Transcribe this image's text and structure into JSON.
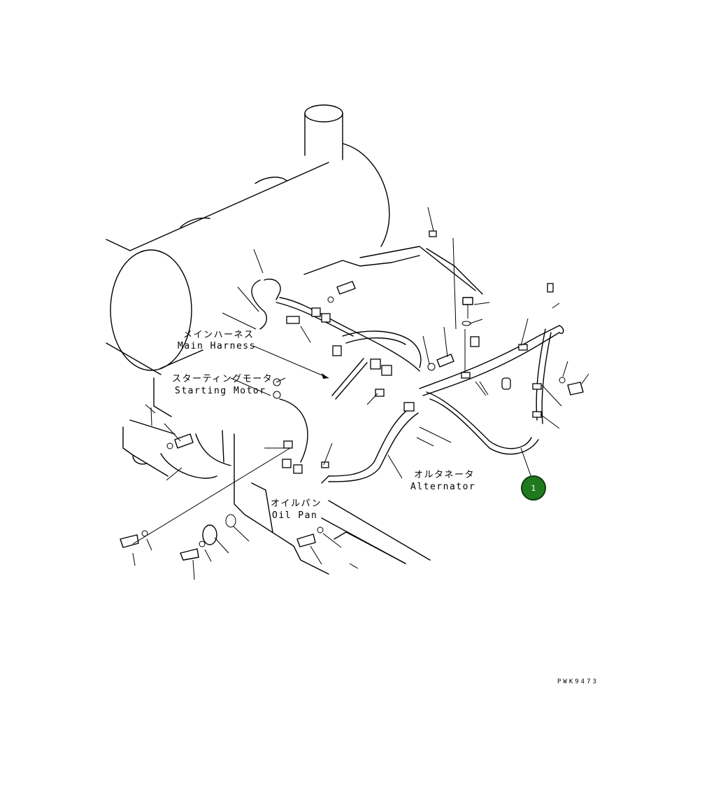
{
  "labels": {
    "main_harness_jp": "メインハーネス",
    "main_harness_en": "Main Harness",
    "starting_motor_jp": "スターティングモータ",
    "starting_motor_en": "Starting Motor",
    "oil_pan_jp": "オイルパン",
    "oil_pan_en": "Oil Pan",
    "alternator_jp": "オルタネータ",
    "alternator_en": "Alternator"
  },
  "callout": {
    "number": "1",
    "color": "#1f7a1f"
  },
  "drawing_code": "PWK9473"
}
